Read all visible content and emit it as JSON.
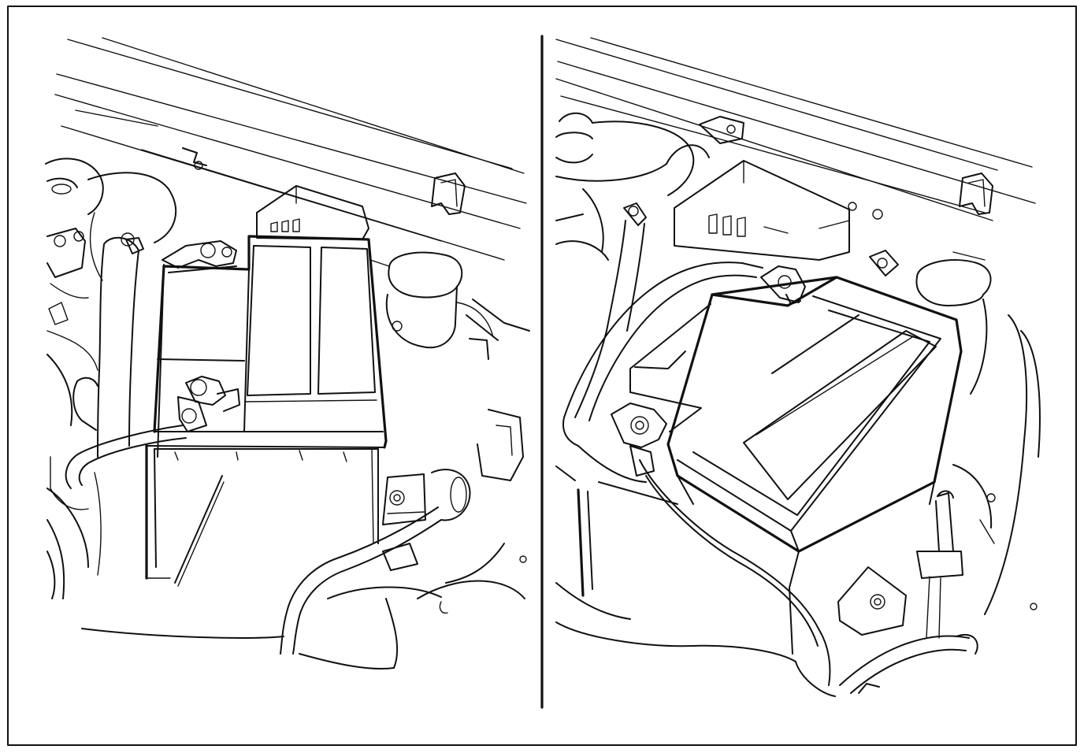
{
  "figure": {
    "panels": [
      {
        "id": "left",
        "subject": "battery-installed"
      },
      {
        "id": "right",
        "subject": "battery-installed-alternate-view"
      }
    ],
    "colors": {
      "ink": "#111111",
      "paper": "#ffffff"
    }
  }
}
